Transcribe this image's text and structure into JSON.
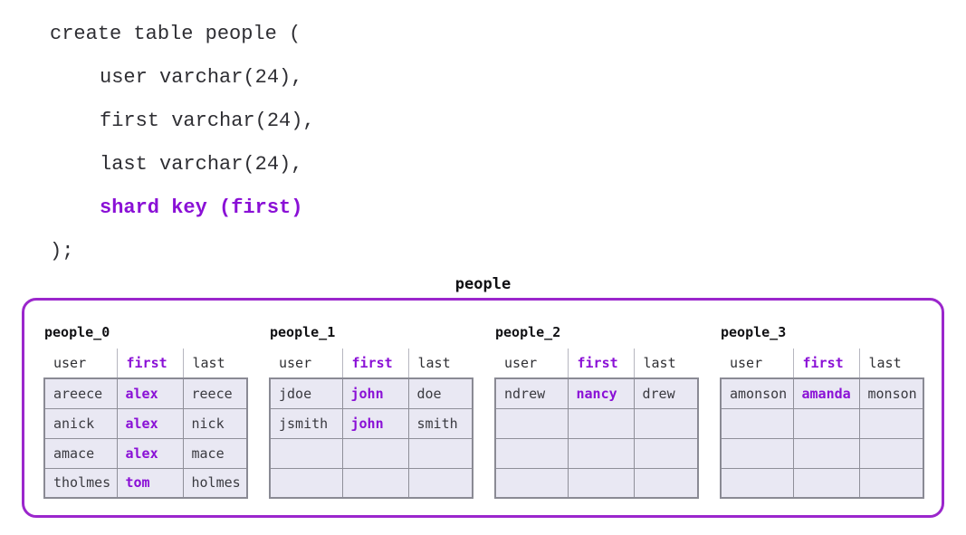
{
  "colors": {
    "accent_purple_text": "#8a10d6",
    "cluster_border_purple": "#9b26cc",
    "cell_fill_lavender": "#e9e8f3",
    "cell_border_gray": "#8f8f99",
    "code_text": "#2e2e33"
  },
  "code": {
    "lines": [
      {
        "text": "create table people (",
        "indent": 0,
        "highlight": false
      },
      {
        "text": "user varchar(24),",
        "indent": 1,
        "highlight": false
      },
      {
        "text": "first varchar(24),",
        "indent": 1,
        "highlight": false
      },
      {
        "text": "last varchar(24),",
        "indent": 1,
        "highlight": false
      },
      {
        "text": "shard key (first)",
        "indent": 1,
        "highlight": true
      },
      {
        "text": ");",
        "indent": 0,
        "highlight": false
      }
    ]
  },
  "diagram": {
    "title": "people",
    "columns": [
      "user",
      "first",
      "last"
    ],
    "key_column_index": 1,
    "shards": [
      {
        "name": "people_0",
        "rows": [
          [
            "areece",
            "alex",
            "reece"
          ],
          [
            "anick",
            "alex",
            "nick"
          ],
          [
            "amace",
            "alex",
            "mace"
          ],
          [
            "tholmes",
            "tom",
            "holmes"
          ]
        ]
      },
      {
        "name": "people_1",
        "rows": [
          [
            "jdoe",
            "john",
            "doe"
          ],
          [
            "jsmith",
            "john",
            "smith"
          ],
          [
            "",
            "",
            ""
          ],
          [
            "",
            "",
            ""
          ]
        ]
      },
      {
        "name": "people_2",
        "rows": [
          [
            "ndrew",
            "nancy",
            "drew"
          ],
          [
            "",
            "",
            ""
          ],
          [
            "",
            "",
            ""
          ],
          [
            "",
            "",
            ""
          ]
        ]
      },
      {
        "name": "people_3",
        "rows": [
          [
            "amonson",
            "amanda",
            "monson"
          ],
          [
            "",
            "",
            ""
          ],
          [
            "",
            "",
            ""
          ],
          [
            "",
            "",
            ""
          ]
        ]
      }
    ]
  }
}
